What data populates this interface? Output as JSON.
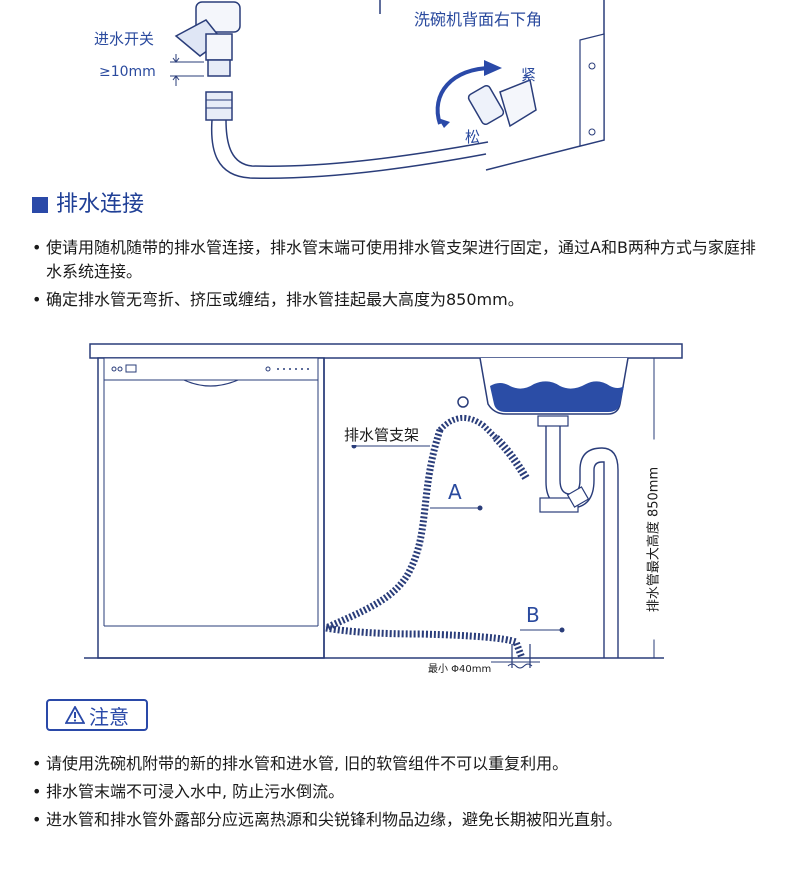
{
  "top_diagram": {
    "inlet_switch_label": "进水开关",
    "gap_label": "≥10mm",
    "back_label": "洗碗机背面右下角",
    "tighten_label": "紧",
    "loosen_label": "松"
  },
  "drain_section": {
    "title": "排水连接",
    "bullets": [
      "使请用随机随带的排水管连接，排水管末端可使用排水管支架进行固定，通过A和B两种方式与家庭排水系统连接。",
      "确定排水管无弯折、挤压或缠结，排水管挂起最大高度为850mm。"
    ]
  },
  "drain_diagram": {
    "bracket_label": "排水管支架",
    "label_a": "A",
    "label_b": "B",
    "min_diameter_label": "最小 Φ40mm",
    "max_height_label": "排水管最大高度 850mm"
  },
  "notice": {
    "title": "注意",
    "bullets": [
      "请使用洗碗机附带的新的排水管和进水管, 旧的软管组件不可以重复利用。",
      "排水管末端不可浸入水中, 防止污水倒流。",
      "进水管和排水管外露部分应远离热源和尖锐锋利物品边缘，避免长期被阳光直射。"
    ]
  },
  "colors": {
    "accent": "#2a49a8",
    "water": "#2b4da6",
    "line": "#2a3d7a"
  }
}
